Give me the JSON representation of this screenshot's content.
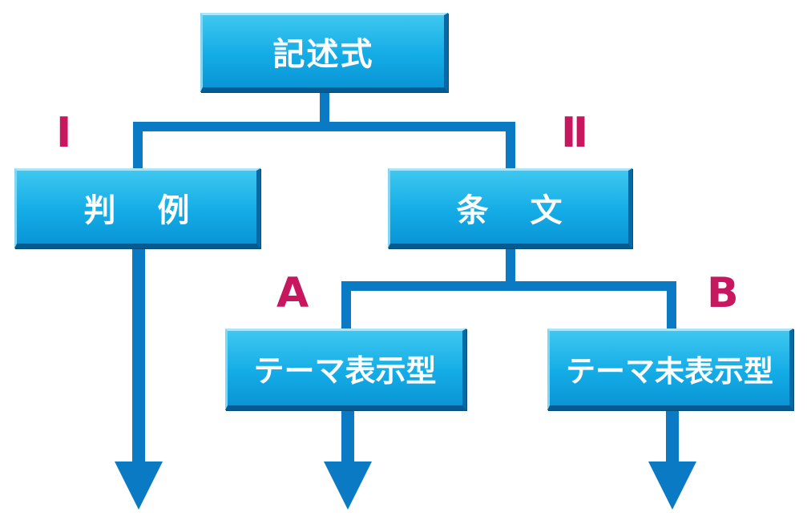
{
  "diagram": {
    "root": {
      "label": "記述式"
    },
    "branches": [
      {
        "marker": "Ⅰ",
        "label_left": "判",
        "label_right": "例"
      },
      {
        "marker": "Ⅱ",
        "label_left": "条",
        "label_right": "文"
      }
    ],
    "sub_branches": [
      {
        "marker": "A",
        "label": "テーマ表示型"
      },
      {
        "marker": "B",
        "label": "テーマ未表示型"
      }
    ],
    "colors": {
      "box_fill": "#14ace6",
      "connector": "#0a7ac4",
      "marker": "#c7175e",
      "text": "#ffffff"
    }
  }
}
